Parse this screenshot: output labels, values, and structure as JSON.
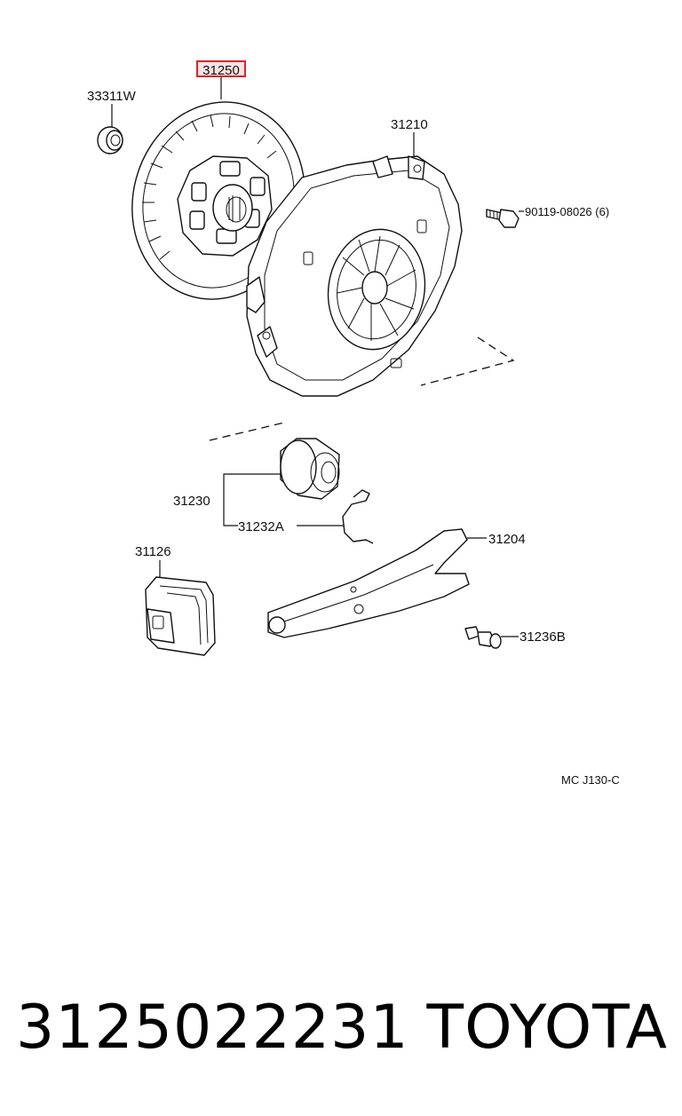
{
  "parts": {
    "disc": "31250",
    "bearing": "33311W",
    "cover": "31210",
    "bolt": "90119-08026 (6)",
    "release_bearing_hub": "31230",
    "clip": "31232A",
    "release_fork": "31204",
    "boot": "31126",
    "fork_support": "31236B"
  },
  "highlight_color": "#d9262b",
  "diagram_code": "MC J130-C",
  "footer": {
    "part_number": "3125022231",
    "brand": "TOYOTA"
  }
}
